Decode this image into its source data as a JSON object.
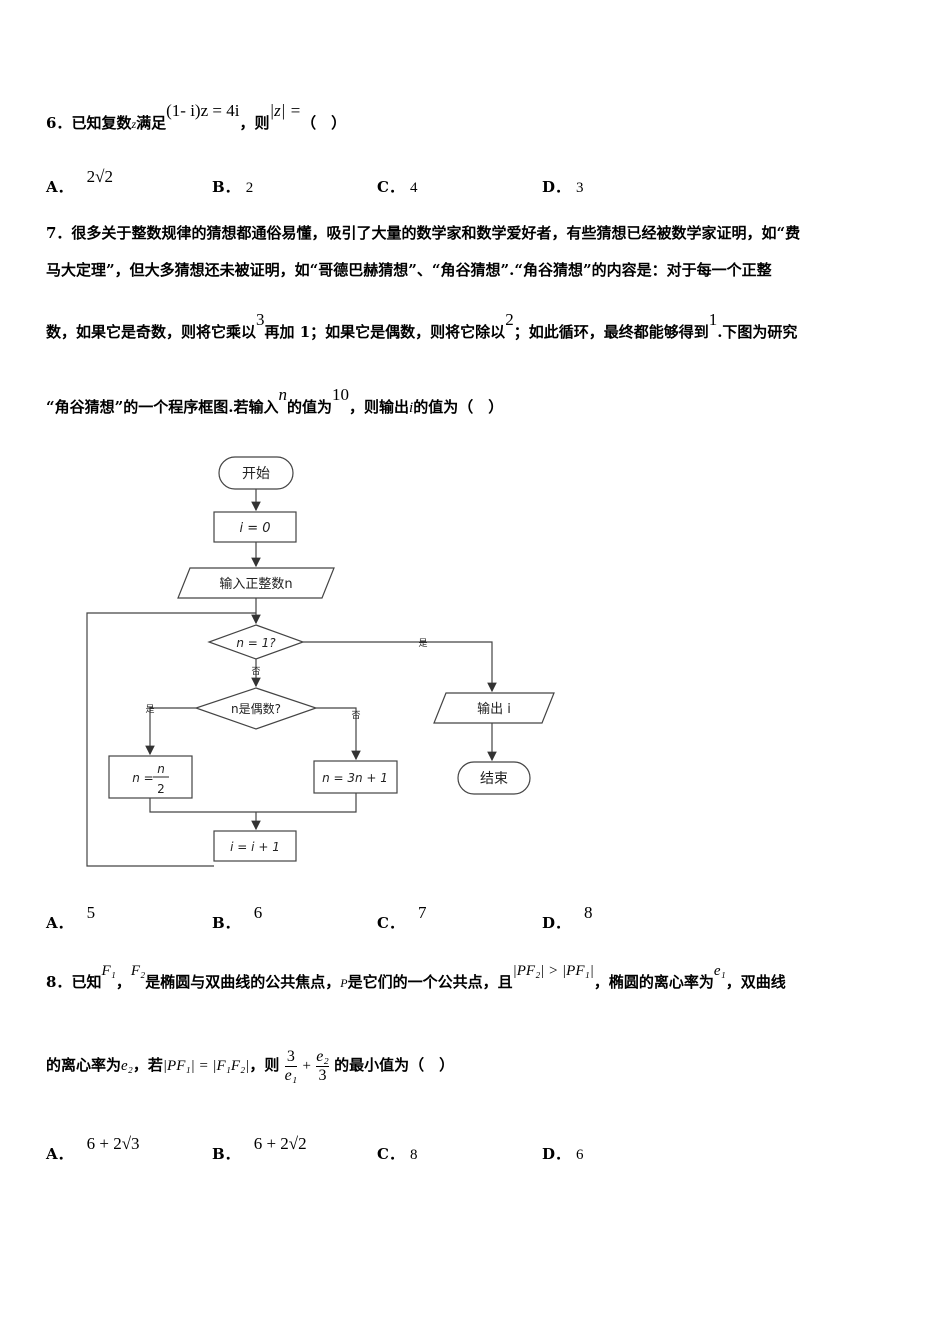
{
  "q6": {
    "num": "6．",
    "t1": "已知复数",
    "var_z": "z",
    "t2": "满足",
    "eq": "(1- i)z = 4i",
    "t3": "，则",
    "absz": "|z| =",
    "t4": "（　）",
    "options": [
      {
        "letter": "A．",
        "value": "2√2"
      },
      {
        "letter": "B．",
        "value": "2"
      },
      {
        "letter": "C．",
        "value": "4"
      },
      {
        "letter": "D．",
        "value": "3"
      }
    ]
  },
  "q7": {
    "l1": "7．很多关于整数规律的猜想都通俗易懂，吸引了大量的数学家和数学爱好者，有些猜想已经被数学家证明，如“费",
    "l2": "马大定理”，但大多猜想还未被证明，如“哥德巴赫猜想”、“角谷猜想”.“角谷猜想”的内容是：对于每一个正整",
    "l3a": "数，如果它是奇数，则将它乘以",
    "l3_three": "3",
    "l3b": "再加 1；如果它是偶数，则将它除以",
    "l3_two": "2",
    "l3c": "；如此循环，最终都能够得到",
    "l3_one": "1",
    "l3d": ".下图为研究",
    "l4a": "“角谷猜想”的一个程序框图.若输入",
    "l4_n": "n",
    "l4b": "的值为",
    "l4_ten": "10",
    "l4c": "，则输出",
    "l4_i": "i",
    "l4d": "的值为（　）",
    "flowchart": {
      "start": "开始",
      "init": "i = 0",
      "input": "输入正整数n",
      "cond1": "n = 1?",
      "yes1": "是",
      "no1": "否",
      "cond2": "n是偶数?",
      "yes2": "是",
      "no2": "否",
      "even_lhs": "n =",
      "even_num": "n",
      "even_den": "2",
      "odd": "n = 3n + 1",
      "inc": "i = i + 1",
      "output": "输出 i",
      "end": "结束"
    },
    "options": [
      {
        "letter": "A．",
        "value": "5"
      },
      {
        "letter": "B．",
        "value": "6"
      },
      {
        "letter": "C．",
        "value": "7"
      },
      {
        "letter": "D．",
        "value": "8"
      }
    ]
  },
  "q8": {
    "num": "8．",
    "t1": "已知",
    "f1": "F₁",
    "comma": "，",
    "f2": "F₂",
    "t2": "是椭圆与双曲线的公共焦点，",
    "p": "P",
    "t3": "是它们的一个公共点，且",
    "ineq": "|PF₂| > |PF₁|",
    "t4": "，椭圆的离心率为",
    "e1": "e₁",
    "t5": "，双曲线",
    "t6": "的离心率为",
    "e2": "e₂",
    "t7": "，若",
    "eq": "|PF₁| = |F₁F₂|",
    "t8": "，则",
    "frac1_num": "3",
    "frac1_den": "e₁",
    "plus": "+",
    "frac2_num": "e₂",
    "frac2_den": "3",
    "t9": "的最小值为（　）",
    "options": [
      {
        "letter": "A．",
        "value": "6 + 2√3"
      },
      {
        "letter": "B．",
        "value": "6 + 2√2"
      },
      {
        "letter": "C．",
        "value": "8"
      },
      {
        "letter": "D．",
        "value": "6"
      }
    ]
  }
}
